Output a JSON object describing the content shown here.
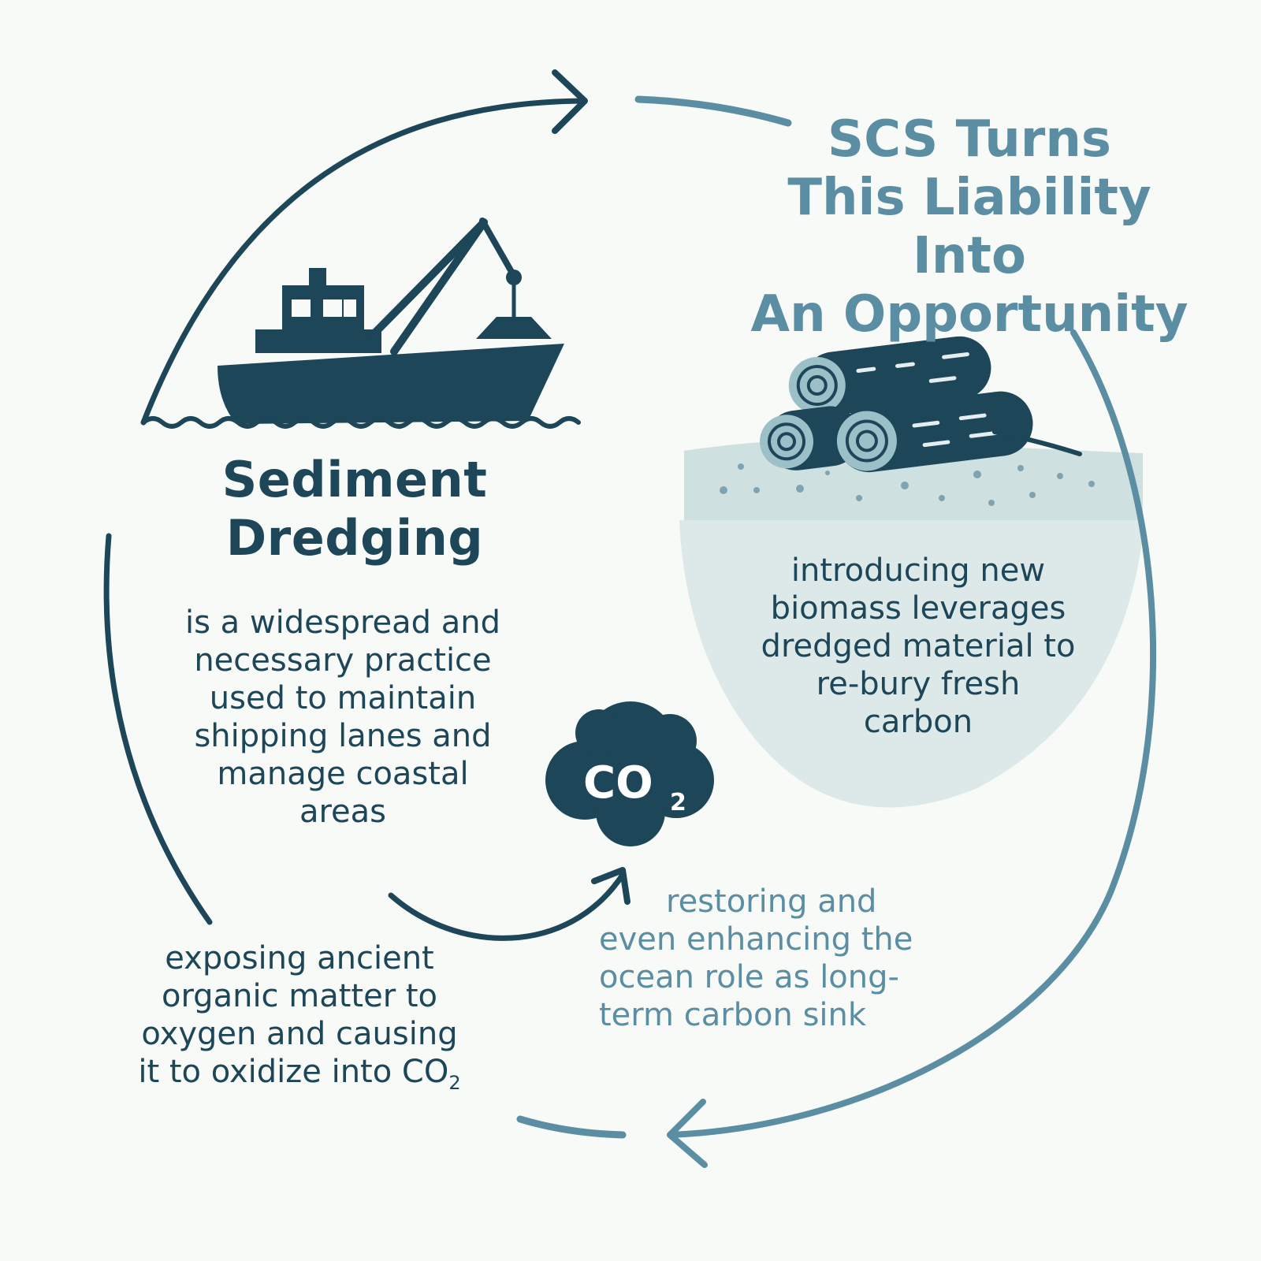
{
  "left": {
    "title_line1": "Sediment",
    "title_line2": "Dredging",
    "description": [
      "is a widespread and",
      "necessary practice",
      "used to maintain",
      "shipping lanes and",
      "manage coastal",
      "areas"
    ],
    "exposing": [
      "exposing ancient",
      "organic matter to",
      "oxygen and causing",
      "it to oxidize into CO"
    ],
    "exposing_subscript": "2"
  },
  "right": {
    "title": [
      "SCS Turns",
      "This Liability Into",
      "An Opportunity"
    ],
    "biomass": [
      "introducing new",
      "biomass leverages",
      "dredged material to",
      "re-bury fresh",
      "carbon"
    ],
    "restoring": [
      "restoring and",
      "even enhancing the",
      "ocean role as long-",
      "term carbon sink"
    ]
  },
  "co2_cloud": {
    "label": "CO",
    "subscript": "2"
  },
  "icons": [
    "dredging-ship-icon",
    "logs-icon",
    "co2-cloud-icon"
  ],
  "colors": {
    "dark": "#1d4658",
    "mid": "#5b8ea3",
    "sediment": "#d7e6e6",
    "background": "#f7faf7"
  }
}
